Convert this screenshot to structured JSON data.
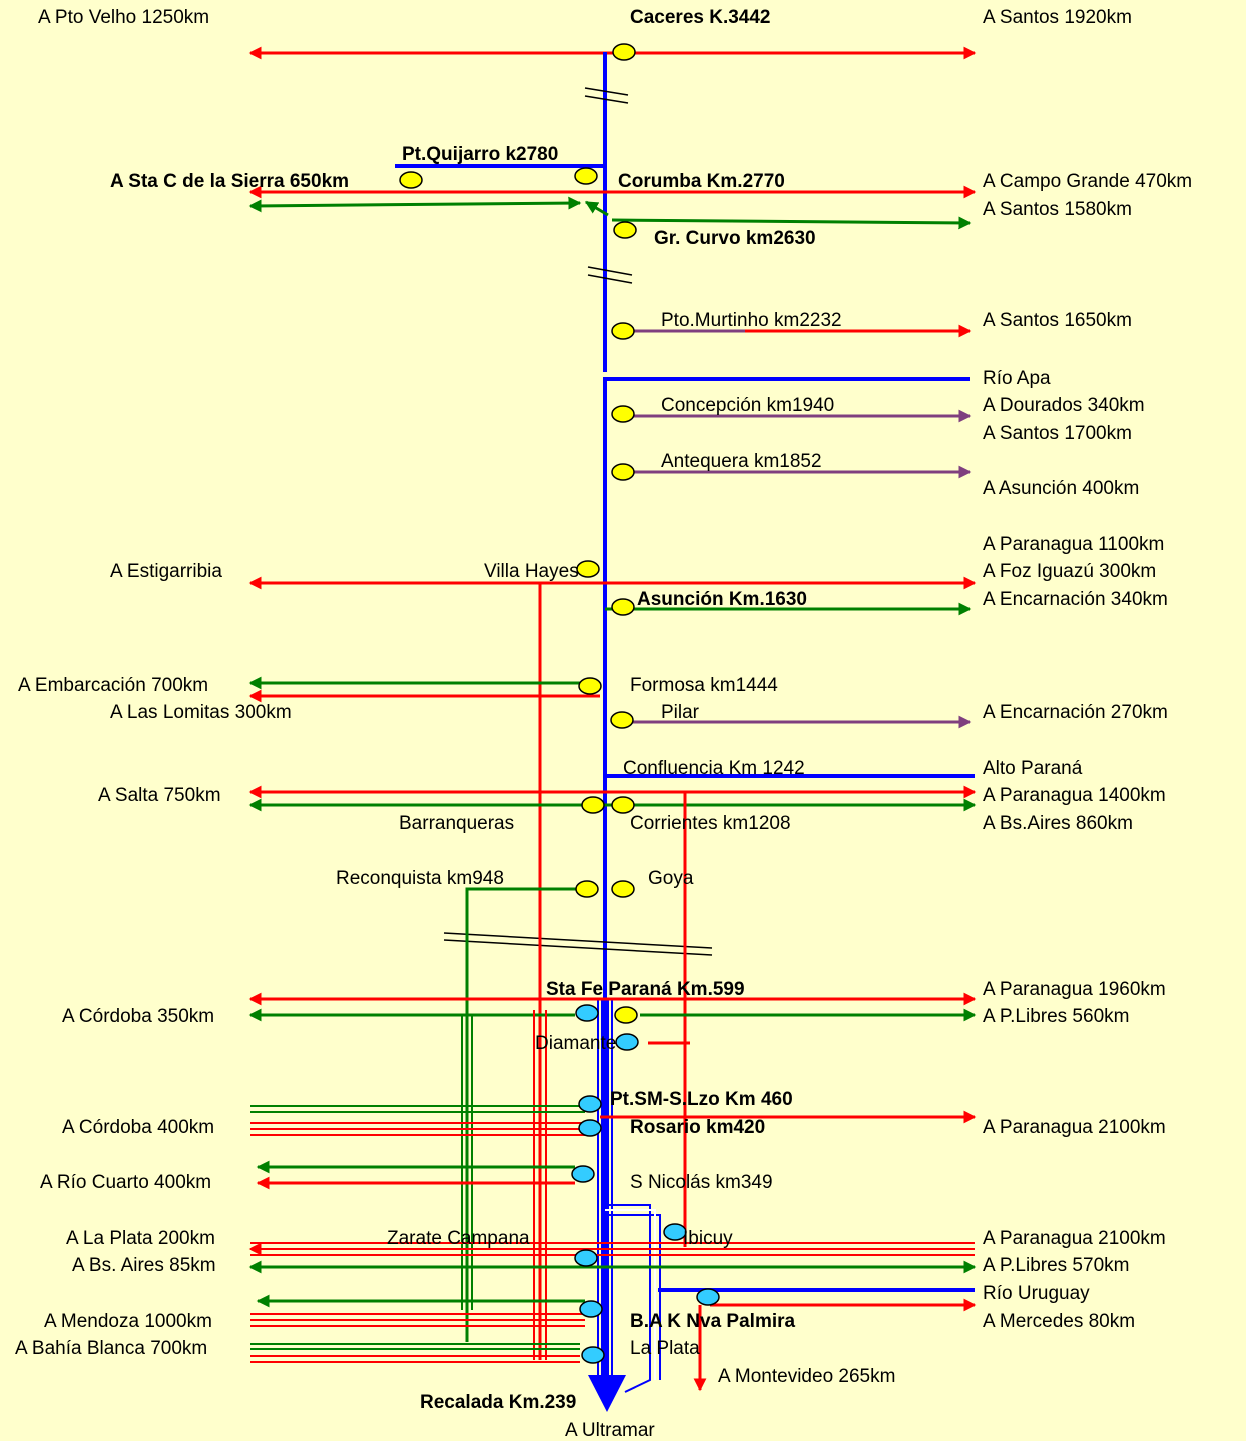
{
  "colors": {
    "background": "#ffffcc",
    "river": "#0000ff",
    "rail_red": "#ff0000",
    "road_green": "#008000",
    "route_purple": "#7f3f7f",
    "port_yellow": "#ffff00",
    "port_cyan": "#33ccff"
  },
  "labels": {
    "pto_velho": "A Pto Velho 1250km",
    "caceres": "Caceres K.3442",
    "santos_1920": "A  Santos 1920km",
    "pt_quijarro": "Pt.Quijarro k2780",
    "sta_c_sierra": "A Sta C de la Sierra 650km",
    "corumba": "Corumba Km.2770",
    "campo_grande": "A Campo Grande 470km",
    "santos_1580": "A Santos 1580km",
    "gr_curvo": "Gr. Curvo km2630",
    "pto_murtinho": "Pto.Murtinho km2232",
    "santos_1650": "A Santos 1650km",
    "rio_apa": "Río Apa",
    "concepcion": "Concepción km1940",
    "dourados": "A Dourados 340km",
    "santos_1700": "A Santos 1700km",
    "antequera": "Antequera km1852",
    "asuncion_400": "A Asunción 400km",
    "paranagua_1100": "A Paranagua 1100km",
    "estigarribia": "A Estigarribia",
    "villa_hayes": "Villa Hayes",
    "foz_iguazu": "A Foz Iguazú 300km",
    "asuncion": "Asunción Km.1630",
    "encarnacion_340": "A Encarnación 340km",
    "embarcacion": "A Embarcación 700km",
    "formosa": "Formosa km1444",
    "las_lomitas": "A Las Lomitas 300km",
    "pilar": "Pilar",
    "encarnacion_270": "A Encarnación 270km",
    "confluencia": "Confluencia Km 1242",
    "alto_parana": "Alto Paraná",
    "salta": "A Salta 750km",
    "paranagua_1400": "A Paranagua 1400km",
    "barranqueras": "Barranqueras",
    "corrientes": "Corrientes km1208",
    "bs_aires_860": "A Bs.Aires 860km",
    "reconquista": "Reconquista km948",
    "goya": "Goya",
    "santa_fe": "Sta Fe  Paraná  Km.599",
    "paranagua_1960": "A Paranagua 1960km",
    "cordoba_350": "A Córdoba 350km",
    "p_libres_560": "A P.Libres 560km",
    "diamante": "Diamante",
    "pt_sm_slzo": "Pt.SM-S.Lzo  Km 460",
    "cordoba_400": "A Córdoba 400km",
    "rosario": "Rosario km420",
    "paranagua_2100_a": "A Paranagua 2100km",
    "rio_cuarto": "A Río Cuarto 400km",
    "s_nicolas": "S Nicolás km349",
    "la_plata_200": "A La Plata 200km",
    "zarate": "Zarate  Campana",
    "ibicuy": "Ibicuy",
    "paranagua_2100_b": "A Paranagua 2100km",
    "bs_aires_85": "A Bs. Aires 85km",
    "p_libres_570": "A P.Libres 570km",
    "rio_uruguay": "Río Uruguay",
    "mendoza": "A Mendoza 1000km",
    "ba_nva_palmira": "B.A  K  Nva Palmira",
    "mercedes": "A Mercedes 80km",
    "bahia_blanca": "A Bahía Blanca 700km",
    "la_plata": "La Plata",
    "montevideo": "A Montevideo 265km",
    "recalada": "Recalada Km.239",
    "ultramar": "A Ultramar"
  }
}
